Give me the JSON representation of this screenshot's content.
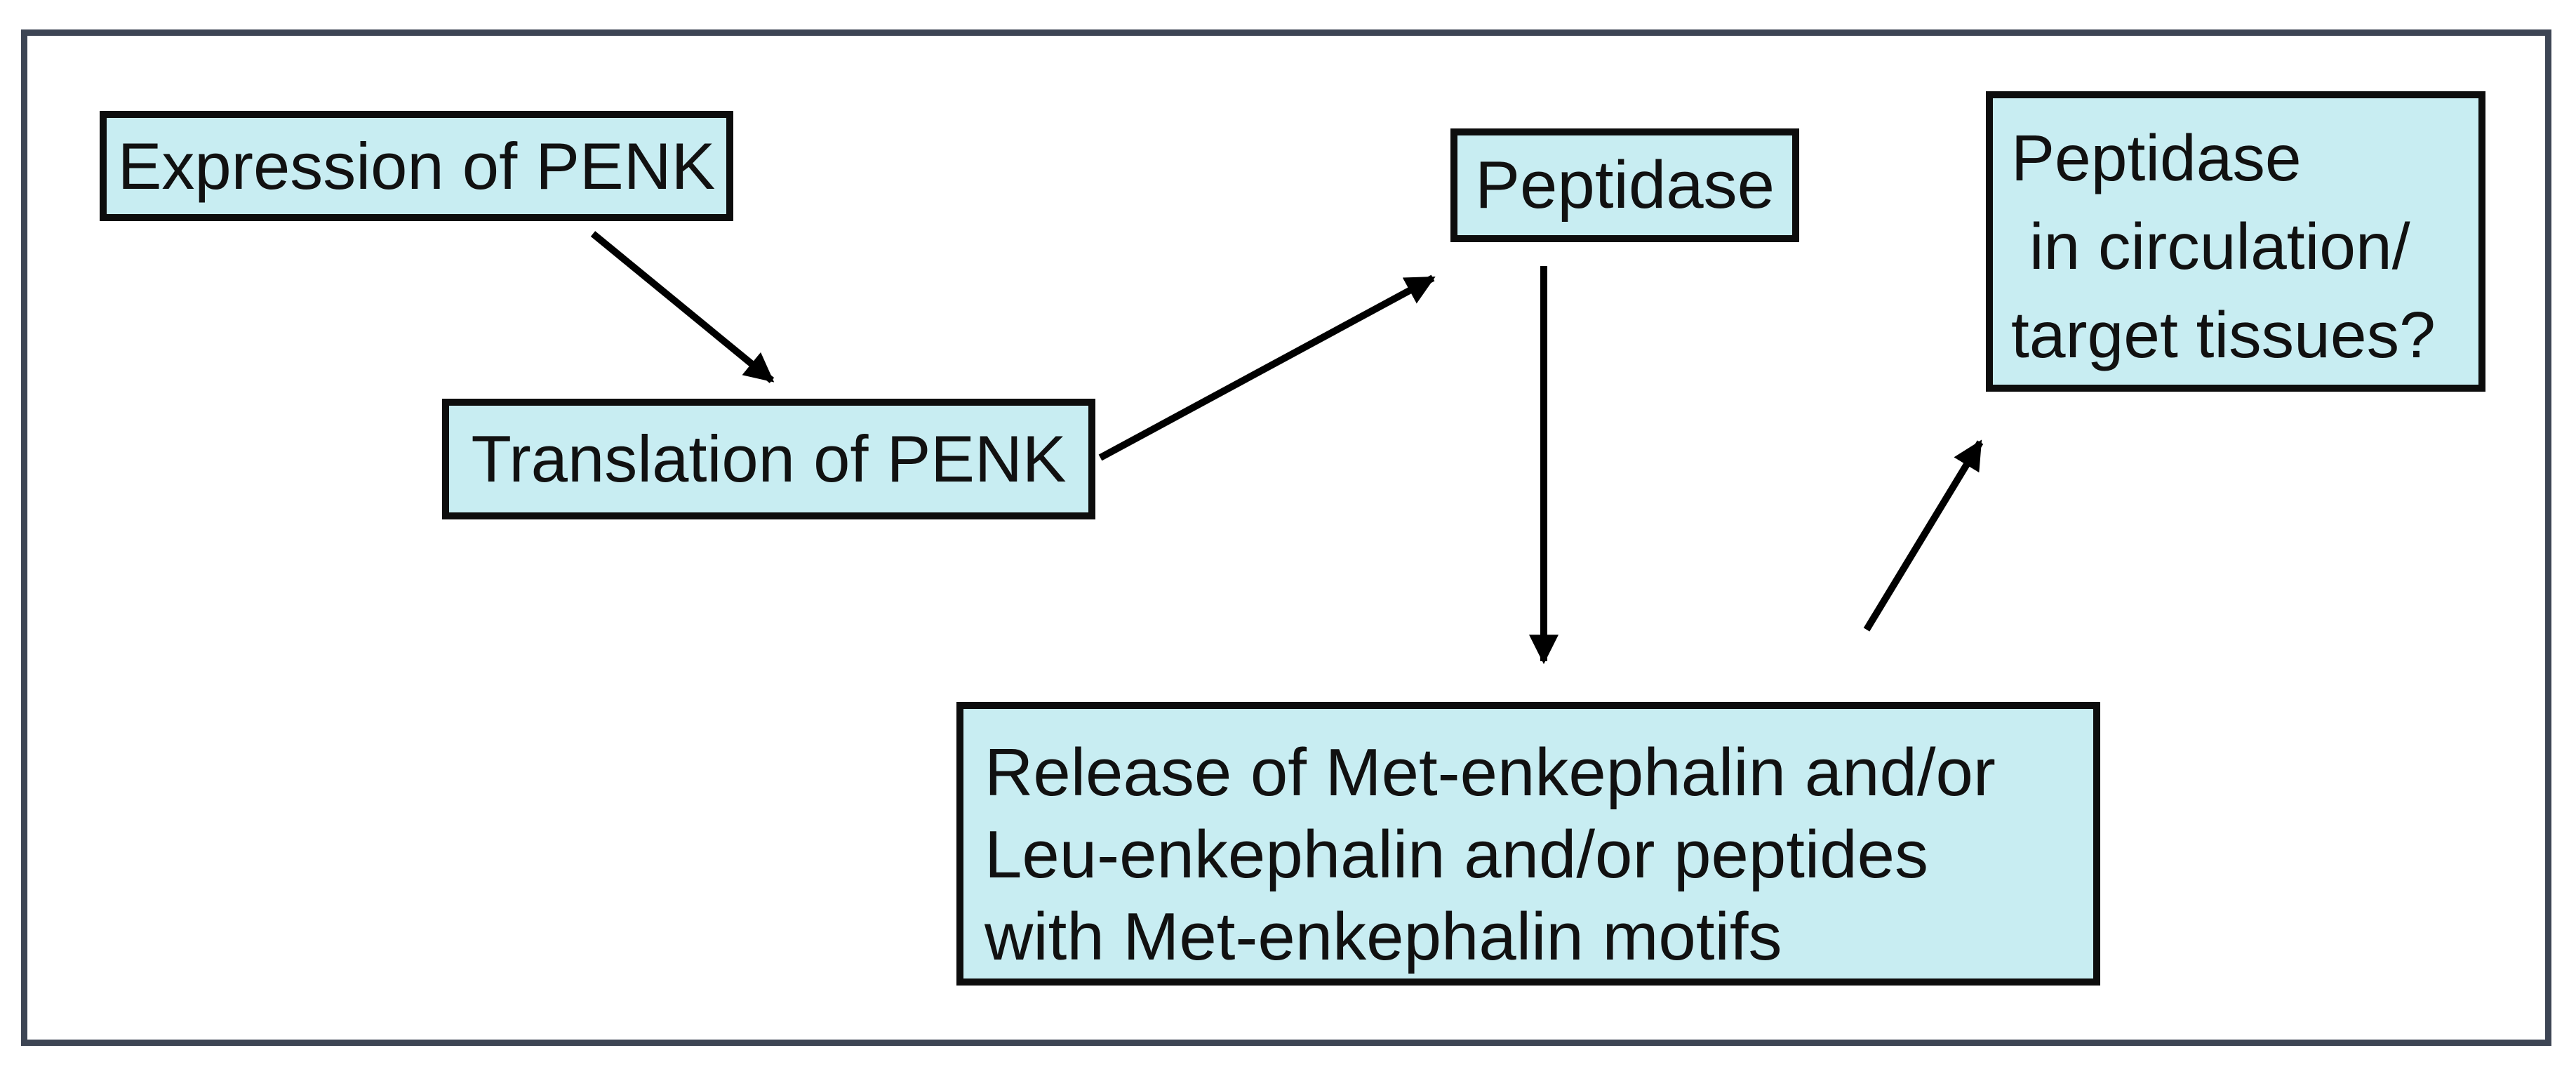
{
  "figure": {
    "type": "flowchart",
    "description": "Pathway from PENK expression to enkephalin release",
    "nodes": [
      {
        "id": "expression",
        "label": "Expression of PENK"
      },
      {
        "id": "translation",
        "label": "Translation of PENK"
      },
      {
        "id": "peptidase",
        "label": "Peptidase"
      },
      {
        "id": "circulation",
        "lines": [
          "Peptidase",
          " in circulation/",
          "target tissues?"
        ]
      },
      {
        "id": "release",
        "lines": [
          "Release of Met-enkephalin and/or",
          "Leu-enkephalin and/or peptides",
          "with Met-enkephalin motifs"
        ]
      }
    ],
    "edges": [
      {
        "from": "expression",
        "to": "translation"
      },
      {
        "from": "translation",
        "to": "peptidase"
      },
      {
        "from": "peptidase",
        "to": "release"
      },
      {
        "from": "release",
        "to": "circulation"
      }
    ]
  },
  "colors": {
    "box_fill": "#c8edf2",
    "box_border": "#0d0d0d",
    "frame_border": "#3d4554",
    "arrow": "#000000",
    "text": "#111111",
    "background": "#ffffff"
  }
}
